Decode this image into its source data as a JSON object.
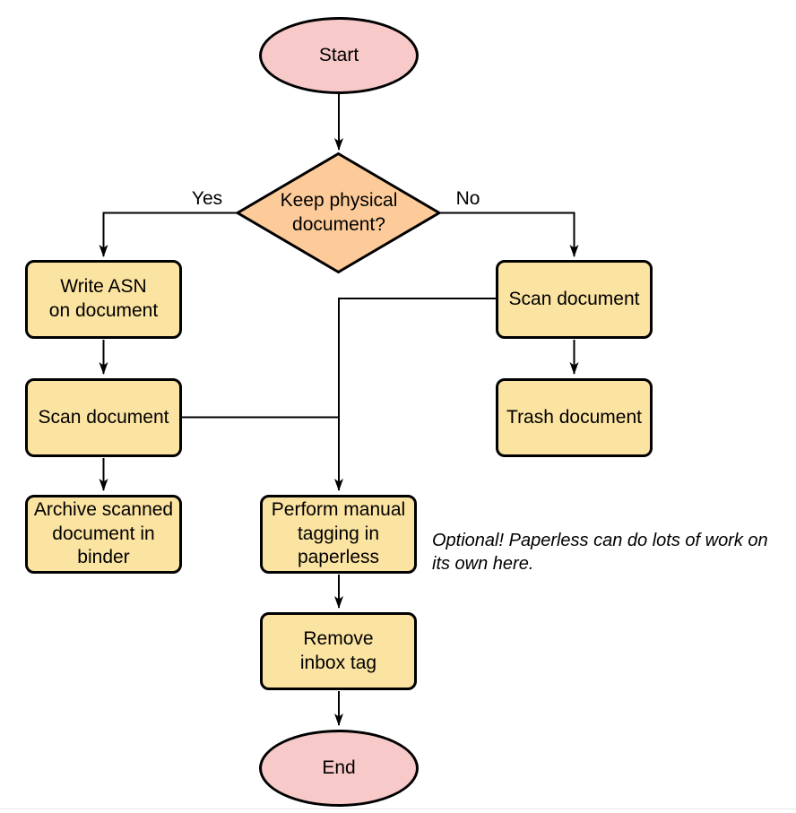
{
  "colors": {
    "terminal_fill": "#F7C9C9",
    "decision_fill": "#FDCB99",
    "process_fill": "#FBE3A1",
    "stroke": "#000000",
    "background": "#FFFFFF"
  },
  "nodes": {
    "start": "Start",
    "decision": "Keep physical\ndocument?",
    "write_asn": "Write ASN\non document",
    "scan_left": "Scan document",
    "archive": "Archive scanned\ndocument in\nbinder",
    "scan_right": "Scan document",
    "trash": "Trash document",
    "tagging": "Perform manual\ntagging in\npaperless",
    "remove_inbox": "Remove\ninbox tag",
    "end": "End"
  },
  "edge_labels": {
    "yes": "Yes",
    "no": "No"
  },
  "annotation": "Optional! Paperless can do lots of work on\nits own here."
}
